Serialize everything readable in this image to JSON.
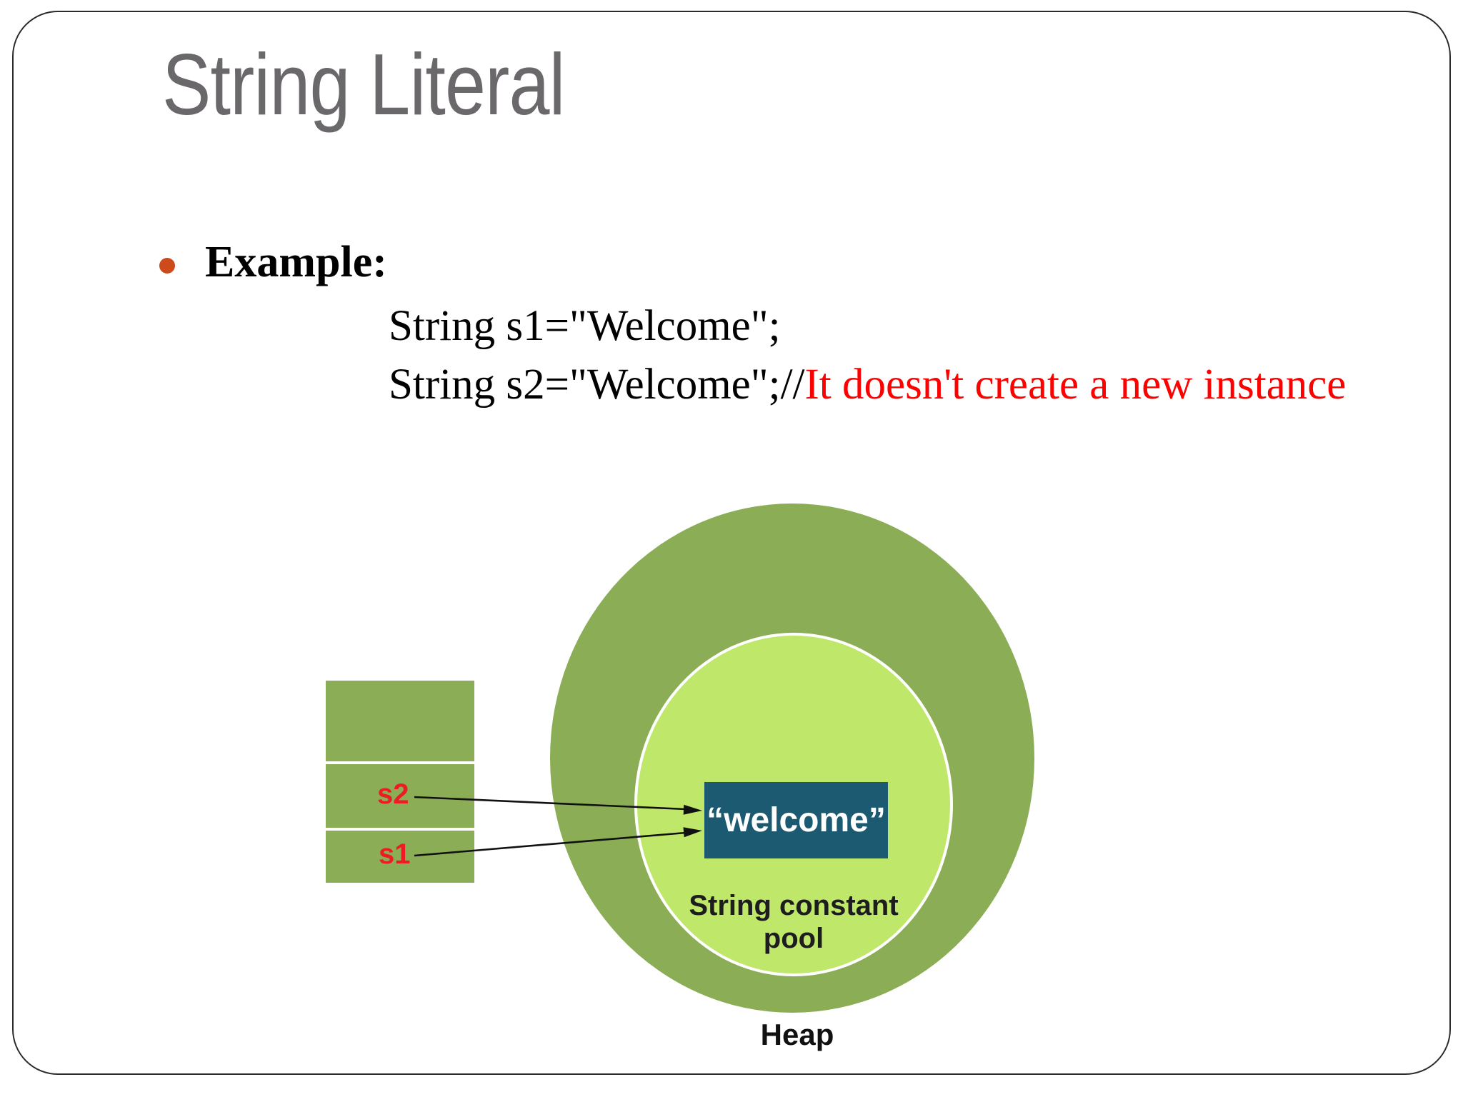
{
  "slide": {
    "title": "String Literal",
    "example_label": "Example:",
    "code": {
      "line1": "String s1=\"Welcome\";",
      "line2_code": "String s2=\"Welcome\";//",
      "line2_comment": "It doesn't create a new instance"
    },
    "diagram": {
      "stack_labels": {
        "s2": "s2",
        "s1": "s1"
      },
      "welcome_text": "“welcome”",
      "pool_label": "String constant pool",
      "heap_label": "Heap"
    },
    "colors": {
      "heap_green": "#8bad55",
      "pool_green": "#bfe76a",
      "welcome_teal": "#1c5a72",
      "comment_red": "#ff0000",
      "stack_label_red": "#ed1c24",
      "bullet_orange": "#cd4a1b",
      "title_gray": "#6a686a",
      "border_gray": "#2b2b2b"
    }
  }
}
